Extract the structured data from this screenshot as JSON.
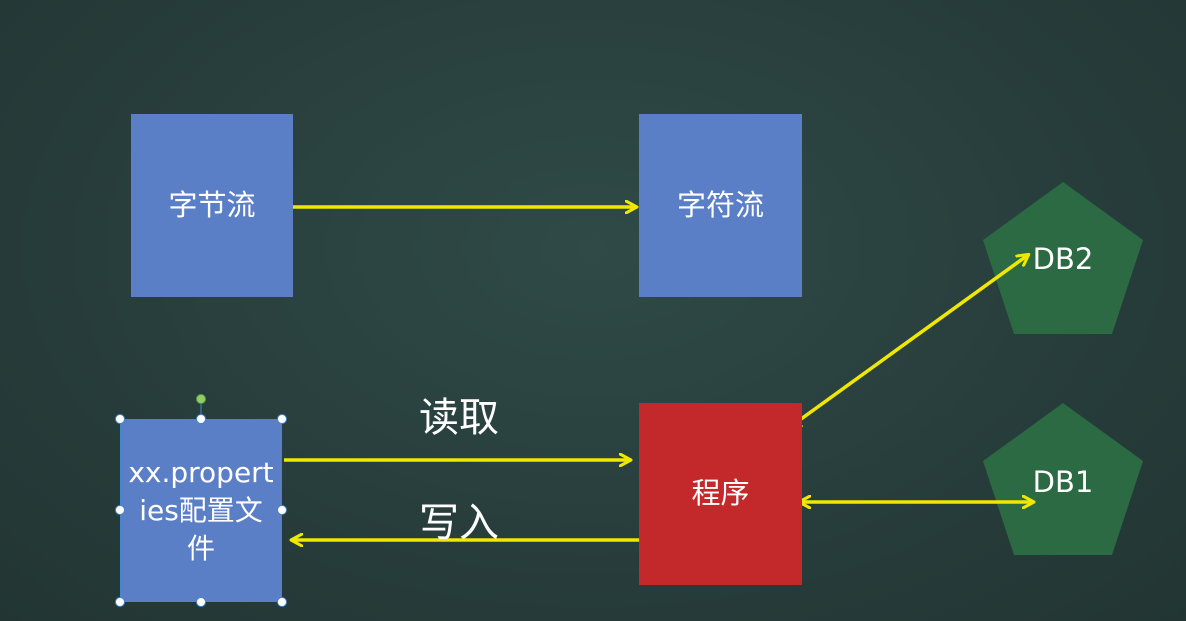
{
  "nodes": {
    "byte_stream": "字节流",
    "char_stream": "字符流",
    "program": "程序",
    "properties_file": "xx.properties配置文件",
    "db1": "DB1",
    "db2": "DB2"
  },
  "edge_labels": {
    "read": "读取",
    "write": "写入"
  },
  "colors": {
    "box_blue": "#5b7fc7",
    "box_red": "#c3282a",
    "pentagon_green": "#2b6a43",
    "arrow_yellow": "#f0e800"
  }
}
